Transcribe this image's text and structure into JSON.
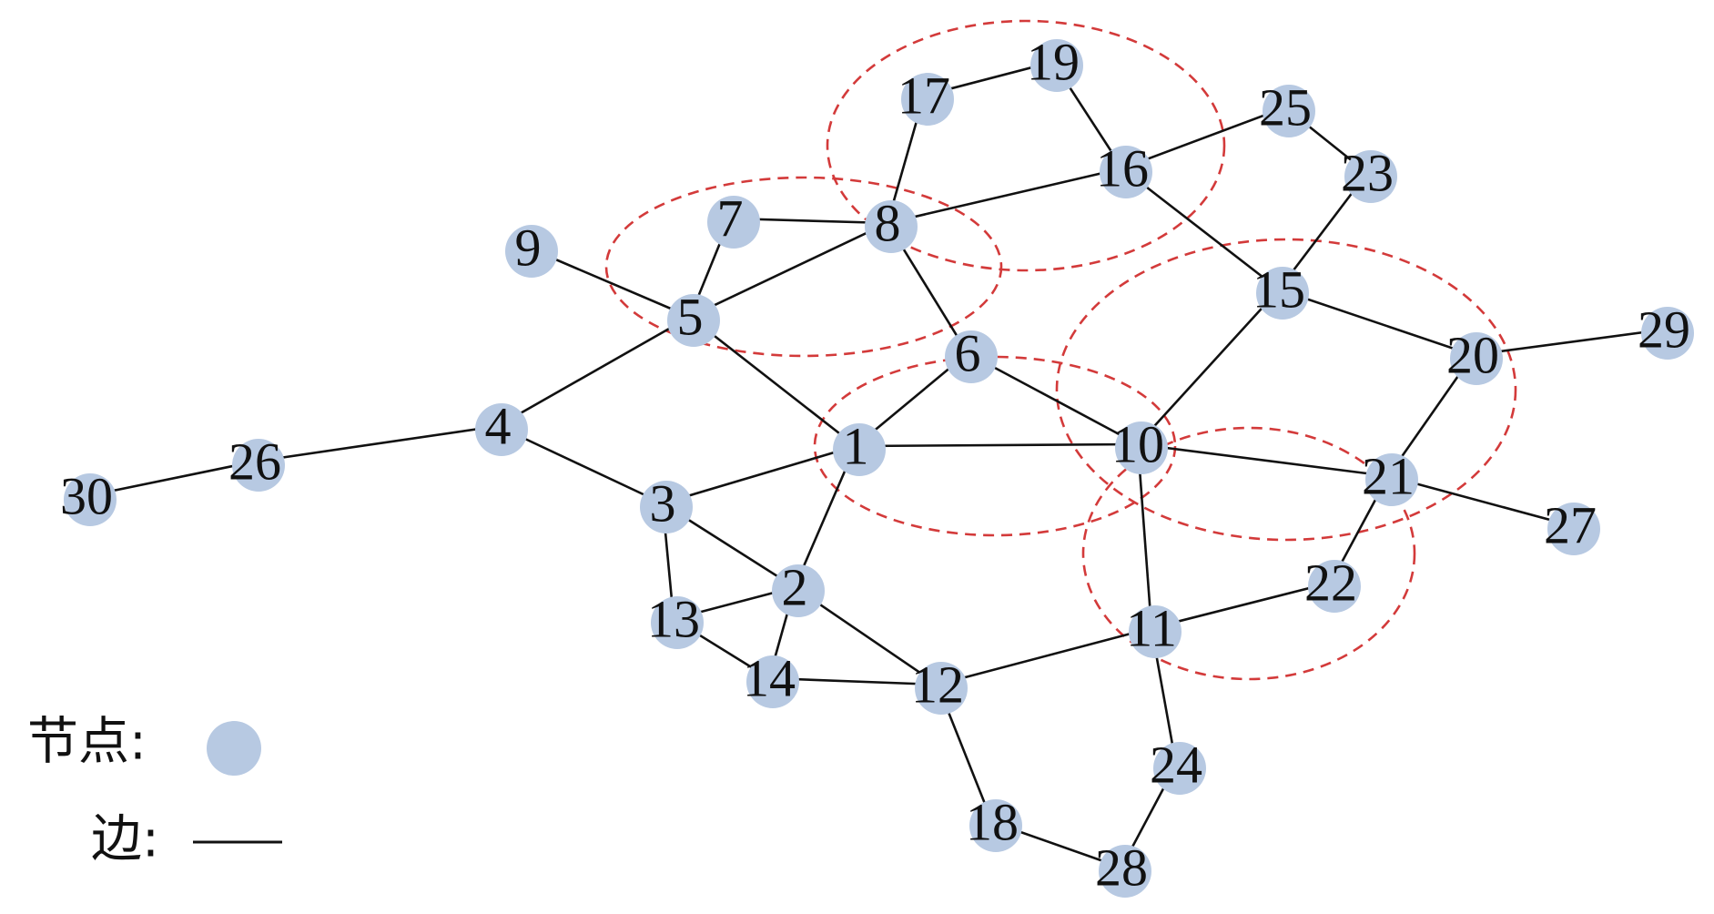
{
  "diagram": {
    "type": "network-graph",
    "node_color": "#b7c9e2",
    "edge_color": "#111111",
    "community_color": "#d33a3a",
    "nodes": [
      {
        "id": "1",
        "label": "1"
      },
      {
        "id": "2",
        "label": "2"
      },
      {
        "id": "3",
        "label": "3"
      },
      {
        "id": "4",
        "label": "4"
      },
      {
        "id": "5",
        "label": "5"
      },
      {
        "id": "6",
        "label": "6"
      },
      {
        "id": "7",
        "label": "7"
      },
      {
        "id": "8",
        "label": "8"
      },
      {
        "id": "9",
        "label": "9"
      },
      {
        "id": "10",
        "label": "10"
      },
      {
        "id": "11",
        "label": "11"
      },
      {
        "id": "12",
        "label": "12"
      },
      {
        "id": "13",
        "label": "13"
      },
      {
        "id": "14",
        "label": "14"
      },
      {
        "id": "15",
        "label": "15"
      },
      {
        "id": "16",
        "label": "16"
      },
      {
        "id": "17",
        "label": "17"
      },
      {
        "id": "18",
        "label": "18"
      },
      {
        "id": "19",
        "label": "19"
      },
      {
        "id": "20",
        "label": "20"
      },
      {
        "id": "21",
        "label": "21"
      },
      {
        "id": "22",
        "label": "22"
      },
      {
        "id": "23",
        "label": "23"
      },
      {
        "id": "24",
        "label": "24"
      },
      {
        "id": "25",
        "label": "25"
      },
      {
        "id": "26",
        "label": "26"
      },
      {
        "id": "27",
        "label": "27"
      },
      {
        "id": "28",
        "label": "28"
      },
      {
        "id": "29",
        "label": "29"
      },
      {
        "id": "30",
        "label": "30"
      }
    ],
    "edges": [
      [
        "30",
        "26"
      ],
      [
        "26",
        "4"
      ],
      [
        "4",
        "5"
      ],
      [
        "4",
        "3"
      ],
      [
        "9",
        "5"
      ],
      [
        "5",
        "7"
      ],
      [
        "5",
        "8"
      ],
      [
        "5",
        "1"
      ],
      [
        "7",
        "8"
      ],
      [
        "8",
        "17"
      ],
      [
        "8",
        "16"
      ],
      [
        "8",
        "6"
      ],
      [
        "17",
        "19"
      ],
      [
        "19",
        "16"
      ],
      [
        "16",
        "25"
      ],
      [
        "16",
        "15"
      ],
      [
        "25",
        "23"
      ],
      [
        "23",
        "15"
      ],
      [
        "15",
        "20"
      ],
      [
        "15",
        "10"
      ],
      [
        "20",
        "29"
      ],
      [
        "20",
        "21"
      ],
      [
        "6",
        "1"
      ],
      [
        "6",
        "10"
      ],
      [
        "1",
        "10"
      ],
      [
        "1",
        "3"
      ],
      [
        "1",
        "2"
      ],
      [
        "10",
        "21"
      ],
      [
        "10",
        "11"
      ],
      [
        "21",
        "27"
      ],
      [
        "21",
        "22"
      ],
      [
        "22",
        "11"
      ],
      [
        "11",
        "12"
      ],
      [
        "11",
        "24"
      ],
      [
        "3",
        "2"
      ],
      [
        "3",
        "13"
      ],
      [
        "13",
        "2"
      ],
      [
        "13",
        "14"
      ],
      [
        "2",
        "14"
      ],
      [
        "2",
        "12"
      ],
      [
        "14",
        "12"
      ],
      [
        "12",
        "18"
      ],
      [
        "18",
        "28"
      ],
      [
        "28",
        "24"
      ]
    ],
    "communities": [
      "5-7-8",
      "8-16-17-19",
      "1-6-10",
      "10-15-20-21",
      "10-11-21-22"
    ]
  },
  "legend": {
    "node_label": "节点:",
    "edge_label": "边:"
  }
}
